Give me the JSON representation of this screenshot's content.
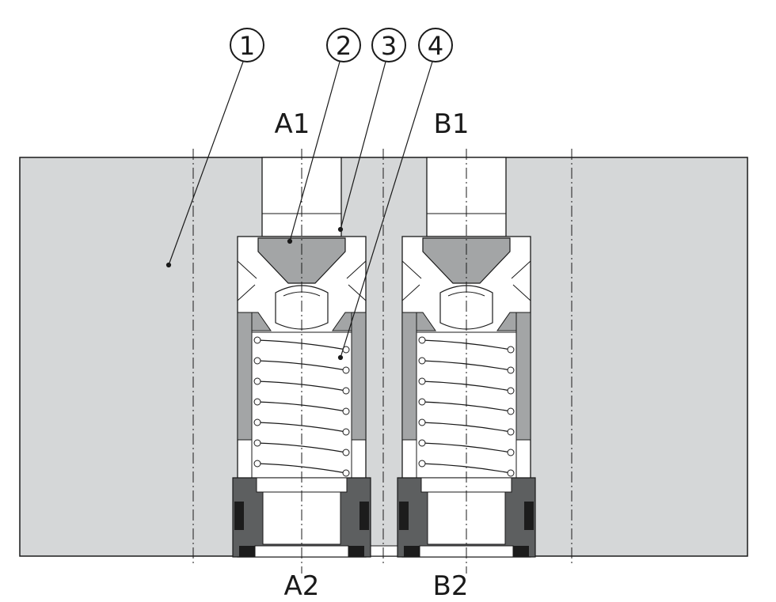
{
  "ports": {
    "top_left": "A1",
    "top_right": "B1",
    "bottom_left": "A2",
    "bottom_right": "B2"
  },
  "callouts": [
    "1",
    "2",
    "3",
    "4"
  ],
  "colors": {
    "housing": "#d5d7d8",
    "poppet": "#a3a5a6",
    "seal": "#1c1c1c",
    "outline": "#1a1a1a"
  }
}
